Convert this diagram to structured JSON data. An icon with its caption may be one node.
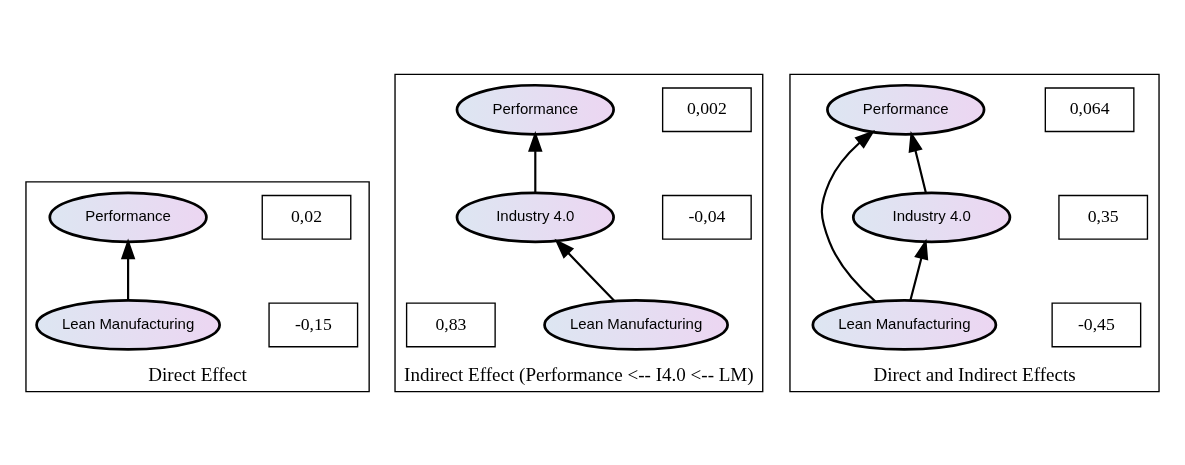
{
  "diagram": {
    "nodes": [
      {
        "text": [
          "Direct Effect"
        ]
      },
      {
        "text": [
          "0,02"
        ],
        "in": 0
      },
      {
        "text": [
          "Performance"
        ],
        "in": 0
      },
      {
        "text": [
          "-0,15"
        ],
        "in": 0
      },
      {
        "text": [
          "Lean Manufacturing"
        ],
        "in": 0
      },
      {
        "text": [
          "Indirect Effect (Performance <-- I4.0 <-- LM)"
        ]
      },
      {
        "text": [
          "0,002"
        ],
        "in": 5
      },
      {
        "text": [
          "Performance"
        ],
        "in": 5
      },
      {
        "text": [
          "-0,04"
        ],
        "in": 5
      },
      {
        "text": [
          "Industry 4.0"
        ],
        "in": 5
      },
      {
        "text": [
          "Lean Manufacturing"
        ],
        "in": 5
      },
      {
        "text": [
          "0,83"
        ],
        "in": 5
      },
      {
        "text": [
          "Direct and Indirect Effects"
        ]
      },
      {
        "text": [
          "0,064"
        ],
        "in": 12
      },
      {
        "text": [
          "Performance"
        ],
        "in": 12
      },
      {
        "text": [
          "0,35"
        ],
        "in": 12
      },
      {
        "text": [
          "Industry 4.0"
        ],
        "in": 12
      },
      {
        "text": [
          "-0,45"
        ],
        "in": 12
      },
      {
        "text": [
          "Lean Manufacturing"
        ],
        "in": 12
      }
    ],
    "edges": [
      {
        "from": 4,
        "to": 2,
        "arrow": "to"
      },
      {
        "from": 9,
        "to": 7,
        "arrow": "to"
      },
      {
        "from": 10,
        "to": 9,
        "arrow": "to"
      },
      {
        "from": 16,
        "to": 14,
        "arrow": "to"
      },
      {
        "from": 18,
        "to": 16,
        "arrow": "to"
      },
      {
        "from": 18,
        "to": 14,
        "arrow": "to"
      }
    ]
  }
}
